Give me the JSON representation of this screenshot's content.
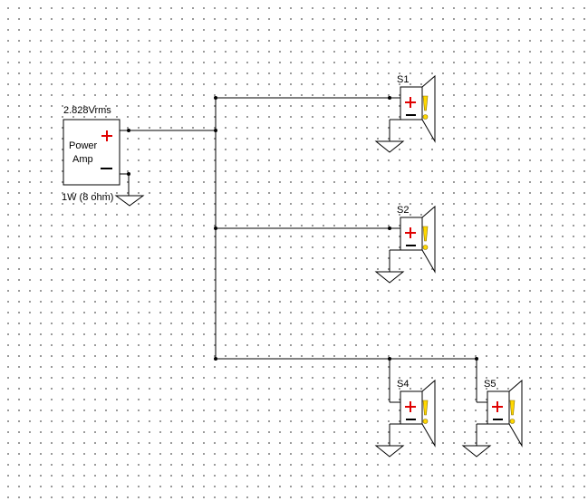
{
  "amp": {
    "voltage_label": "2.828Vrms",
    "name_line1": "Power",
    "name_line2": "Amp",
    "rating_label": "1W (8 ohm)"
  },
  "speakers": [
    {
      "id": "s1",
      "label": "S1"
    },
    {
      "id": "s2",
      "label": "S2"
    },
    {
      "id": "s4",
      "label": "S4"
    },
    {
      "id": "s5",
      "label": "S5"
    }
  ],
  "colors": {
    "plus_sign": "#e00000",
    "warning_exclamation": "#ffd800",
    "wire": "#000000",
    "grid_dot": "#8a8a8a"
  },
  "icons": {
    "speaker": "speaker-icon",
    "ground": "ground-icon",
    "warning": "warning-icon"
  }
}
